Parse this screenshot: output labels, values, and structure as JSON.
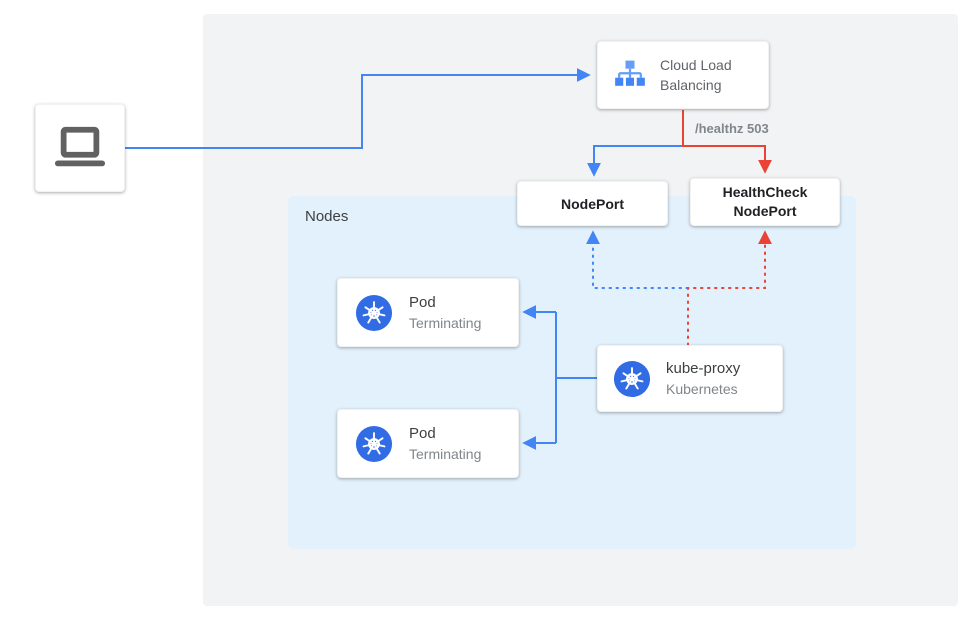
{
  "diagram": {
    "nodes_panel_label": "Nodes",
    "cloud_load_balancing": {
      "label_line1": "Cloud Load",
      "label_line2": "Balancing",
      "icon": "load-balancer-icon"
    },
    "health_check_label": "/healthz 503",
    "nodeport": {
      "label": "NodePort"
    },
    "healthcheck_nodeport": {
      "label_line1": "HealthCheck",
      "label_line2": "NodePort"
    },
    "pods": [
      {
        "title": "Pod",
        "subtitle": "Terminating",
        "icon": "kubernetes-icon"
      },
      {
        "title": "Pod",
        "subtitle": "Terminating",
        "icon": "kubernetes-icon"
      }
    ],
    "kube_proxy": {
      "title": "kube-proxy",
      "subtitle": "Kubernetes",
      "icon": "kubernetes-icon"
    },
    "client": {
      "icon": "laptop-icon"
    },
    "colors": {
      "blue": "#4285f4",
      "red": "#ea4335",
      "k8s_blue": "#326ce5",
      "panel_bg": "#f1f3f4",
      "nodes_bg": "#e3f1fc"
    }
  }
}
